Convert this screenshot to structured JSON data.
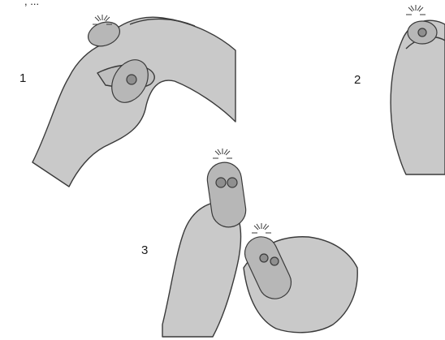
{
  "caption": ", ...",
  "steps": [
    "1",
    "2",
    "3"
  ],
  "colors": {
    "hand_fill": "#c9c9c9",
    "hand_stroke": "#3a3a3a",
    "remote_fill": "#b7b7b7",
    "ink": "#1a1a1a"
  },
  "icons": [
    "hand-illustration",
    "remote-control-icon",
    "led-flash-icon"
  ]
}
